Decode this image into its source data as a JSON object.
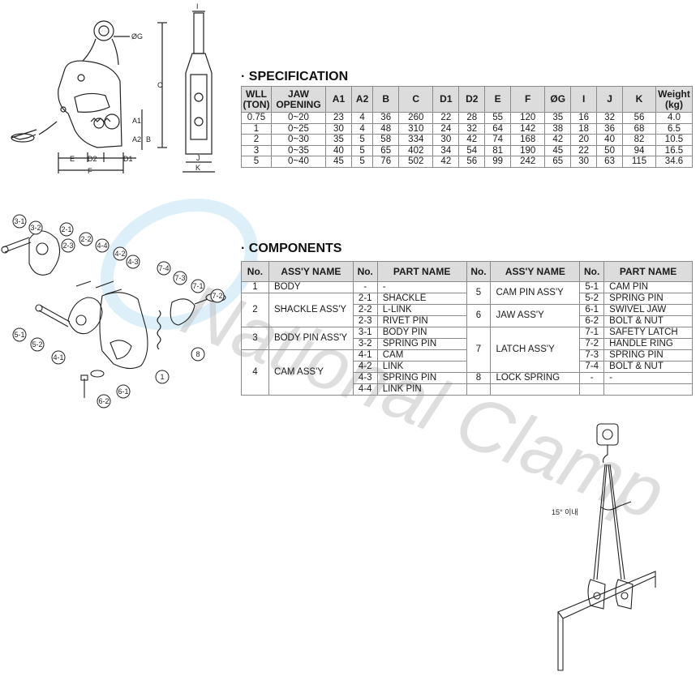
{
  "spec": {
    "title": "· SPECIFICATION",
    "headers": [
      [
        "WLL",
        "(TON)"
      ],
      [
        "JAW",
        "OPENING"
      ],
      [
        "A1"
      ],
      [
        "A2"
      ],
      [
        "B"
      ],
      [
        "C"
      ],
      [
        "D1"
      ],
      [
        "D2"
      ],
      [
        "E"
      ],
      [
        "F"
      ],
      [
        "ØG"
      ],
      [
        "I"
      ],
      [
        "J"
      ],
      [
        "K"
      ],
      [
        "Weight",
        "(kg)"
      ]
    ],
    "rows": [
      [
        "0.75",
        "0~20",
        "23",
        "4",
        "36",
        "260",
        "22",
        "28",
        "55",
        "120",
        "35",
        "16",
        "32",
        "56",
        "4.0"
      ],
      [
        "1",
        "0~25",
        "30",
        "4",
        "48",
        "310",
        "24",
        "32",
        "64",
        "142",
        "38",
        "18",
        "36",
        "68",
        "6.5"
      ],
      [
        "2",
        "0~30",
        "35",
        "5",
        "58",
        "334",
        "30",
        "42",
        "74",
        "168",
        "42",
        "20",
        "40",
        "82",
        "10.5"
      ],
      [
        "3",
        "0~35",
        "40",
        "5",
        "65",
        "402",
        "34",
        "54",
        "81",
        "190",
        "45",
        "22",
        "50",
        "94",
        "16.5"
      ],
      [
        "5",
        "0~40",
        "45",
        "5",
        "76",
        "502",
        "42",
        "56",
        "99",
        "242",
        "65",
        "30",
        "63",
        "115",
        "34.6"
      ]
    ]
  },
  "components": {
    "title": "· COMPONENTS",
    "headers": [
      "No.",
      "ASS'Y NAME",
      "No.",
      "PART NAME",
      "No.",
      "ASS'Y NAME",
      "No.",
      "PART NAME"
    ],
    "left": [
      {
        "no": "1",
        "name": "BODY",
        "parts": [
          [
            "-",
            "-"
          ]
        ]
      },
      {
        "no": "2",
        "name": "SHACKLE ASS'Y",
        "parts": [
          [
            "2-1",
            "SHACKLE"
          ],
          [
            "2-2",
            "L-LINK"
          ],
          [
            "2-3",
            "RIVET PIN"
          ]
        ]
      },
      {
        "no": "3",
        "name": "BODY PIN ASS'Y",
        "parts": [
          [
            "3-1",
            "BODY PIN"
          ],
          [
            "3-2",
            "SPRING PIN"
          ]
        ]
      },
      {
        "no": "4",
        "name": "CAM ASS'Y",
        "parts": [
          [
            "4-1",
            "CAM"
          ],
          [
            "4-2",
            "LINK"
          ],
          [
            "4-3",
            "SPRING PIN"
          ],
          [
            "4-4",
            "LINK PIN"
          ]
        ]
      }
    ],
    "right": [
      {
        "no": "5",
        "name": "CAM PIN ASS'Y",
        "parts": [
          [
            "5-1",
            "CAM PIN"
          ],
          [
            "5-2",
            "SPRING PIN"
          ]
        ]
      },
      {
        "no": "6",
        "name": "JAW ASS'Y",
        "parts": [
          [
            "6-1",
            "SWIVEL JAW"
          ],
          [
            "6-2",
            "BOLT & NUT"
          ]
        ]
      },
      {
        "no": "7",
        "name": "LATCH ASS'Y",
        "parts": [
          [
            "7-1",
            "SAFETY LATCH"
          ],
          [
            "7-2",
            "HANDLE RING"
          ],
          [
            "7-3",
            "SPRING PIN"
          ],
          [
            "7-4",
            "BOLT & NUT"
          ]
        ]
      },
      {
        "no": "8",
        "name": "LOCK SPRING",
        "parts": [
          [
            "-",
            "-"
          ]
        ]
      }
    ]
  },
  "dims": {
    "G": "ØG",
    "C": "C",
    "A1": "A1",
    "A2": "A2",
    "B": "B",
    "E": "E",
    "D2": "D2",
    "D1": "D1",
    "F": "F",
    "I": "I",
    "J": "J",
    "K": "K"
  },
  "callouts": {
    "c31": "3-1",
    "c32": "3-2",
    "c21": "2-1",
    "c22": "2-2",
    "c23": "2-3",
    "c44": "4-4",
    "c42": "4-2",
    "c43": "4-3",
    "c74": "7-4",
    "c73": "7-3",
    "c71": "7-1",
    "c72": "7-2",
    "c51": "5-1",
    "c52": "5-2",
    "c41": "4-1",
    "c8": "8",
    "c1": "1",
    "c61": "6-1",
    "c62": "6-2"
  },
  "usage": {
    "angle_label": "15° 이내"
  },
  "watermark": {
    "text": "National Clamp"
  }
}
